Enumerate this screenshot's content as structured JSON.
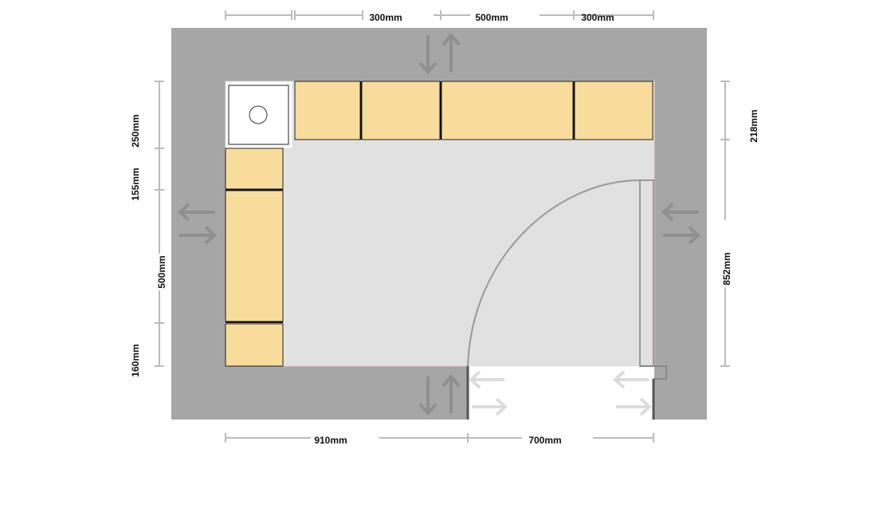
{
  "dimensions": {
    "top": [
      "300mm",
      "500mm",
      "300mm"
    ],
    "left": [
      "250mm",
      "155mm",
      "500mm",
      "160mm"
    ],
    "right": [
      "218mm",
      "852mm"
    ],
    "bottom": [
      "910mm",
      "700mm"
    ]
  },
  "colors": {
    "wall": "#a6a6a6",
    "floor": "#e1e1e1",
    "cabinet": "#f7dc9b",
    "dimension_line": "#bbbbbb",
    "arrow_on_wall": "#8f8f8f",
    "arrow_on_floor": "#dcdcdc",
    "door": "#999999"
  },
  "icons": [
    "move-arrows-icon",
    "sink-icon",
    "door-swing-icon"
  ]
}
